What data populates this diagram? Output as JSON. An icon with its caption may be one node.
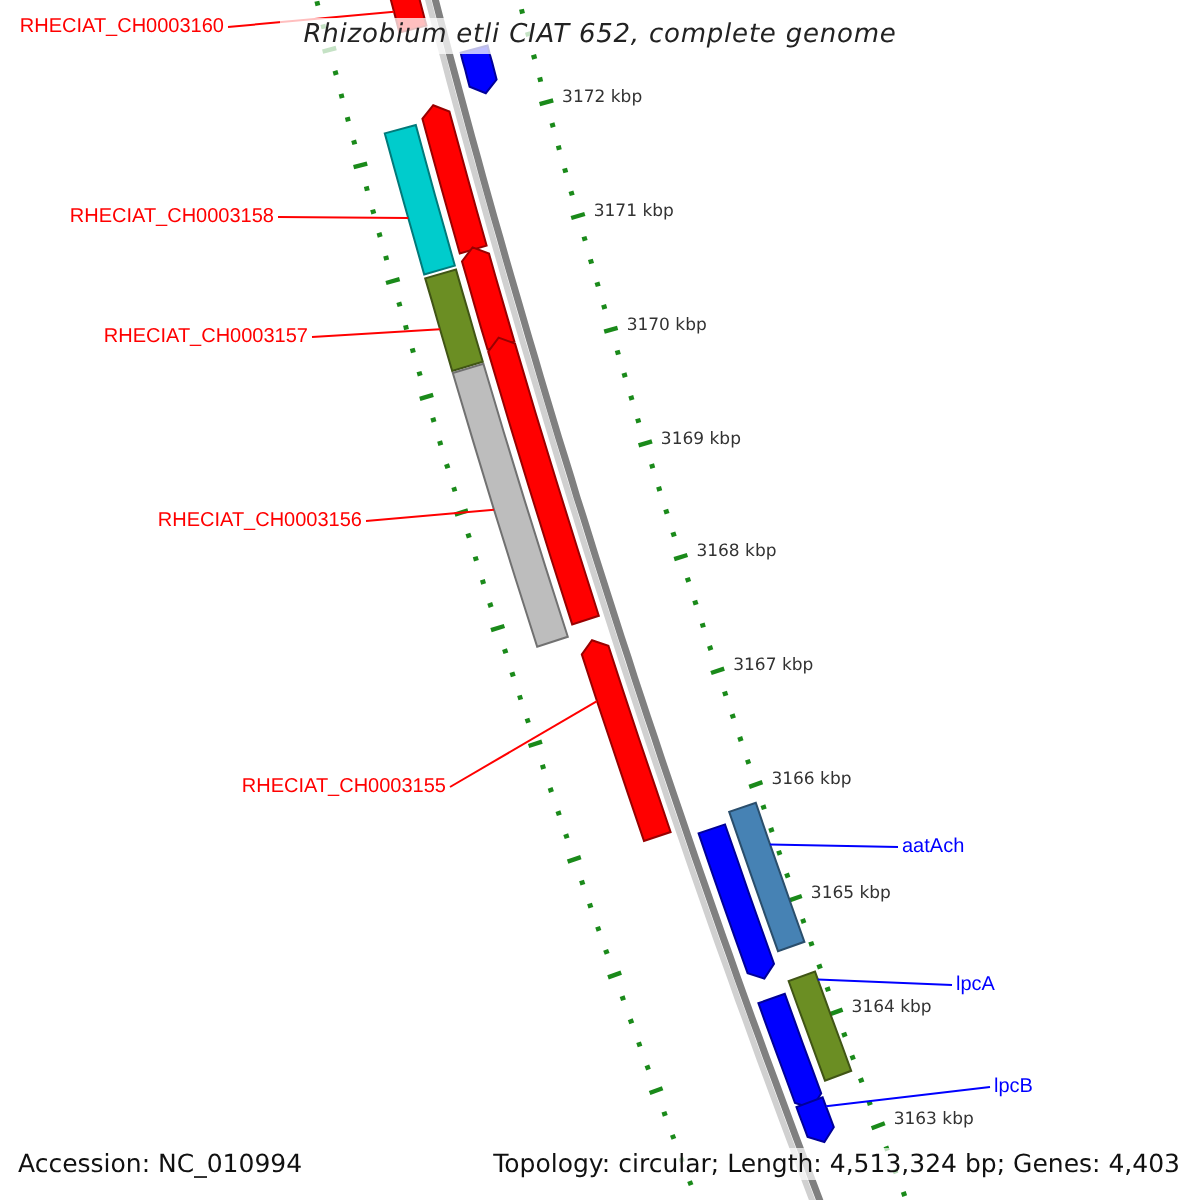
{
  "diagram": {
    "title": "Rhizobium etli CIAT 652, complete genome",
    "nodes": [
      {
        "text": [
          "RHECIAT_CH0003160"
        ]
      },
      {
        "text": [
          "RHECIAT_CH0003158"
        ]
      },
      {
        "text": [
          "RHECIAT_CH0003157"
        ]
      },
      {
        "text": [
          "RHECIAT_CH0003156"
        ]
      },
      {
        "text": [
          "RHECIAT_CH0003155"
        ]
      },
      {
        "text": [
          "aatAch"
        ]
      },
      {
        "text": [
          "lpcA"
        ]
      },
      {
        "text": [
          "lpcB"
        ]
      },
      {
        "text": [],
        "shape": "pentagon"
      },
      {
        "text": [],
        "shape": "pentagon"
      },
      {
        "text": [],
        "shape": "bar"
      },
      {
        "text": [],
        "shape": "pentagon"
      },
      {
        "text": [],
        "shape": "bar"
      },
      {
        "text": [],
        "shape": "pentagon"
      },
      {
        "text": [],
        "shape": "bar"
      },
      {
        "text": [],
        "shape": "pentagon"
      },
      {
        "text": [],
        "shape": "pentagon"
      },
      {
        "text": [],
        "shape": "bar"
      },
      {
        "text": [],
        "shape": "pentagon"
      },
      {
        "text": [],
        "shape": "bar"
      },
      {
        "text": [],
        "shape": "pentagon"
      },
      {
        "text": [],
        "shape": "pentagon"
      }
    ],
    "edges": [
      {
        "from": 0,
        "to": 8,
        "arrow": "none"
      },
      {
        "from": 1,
        "to": 10,
        "arrow": "none"
      },
      {
        "from": 2,
        "to": 12,
        "arrow": "none"
      },
      {
        "from": 3,
        "to": 14,
        "arrow": "none"
      },
      {
        "from": 4,
        "to": 16,
        "arrow": "none"
      },
      {
        "from": 5,
        "to": 17,
        "arrow": "none",
        "color": "#0000ff"
      },
      {
        "from": 6,
        "to": 19,
        "arrow": "none",
        "color": "#0000ff"
      },
      {
        "from": 7,
        "to": 21,
        "arrow": "none",
        "color": "#0000ff"
      }
    ],
    "labels": [
      "3172 kbp",
      "3171 kbp",
      "3170 kbp",
      "3169 kbp",
      "3168 kbp",
      "3167 kbp",
      "3166 kbp",
      "3165 kbp",
      "3164 kbp",
      "3163 kbp",
      "Accession: NC_010994",
      "Topology: circular; Length: 4,513,324 bp; Genes: 4,403"
    ]
  }
}
